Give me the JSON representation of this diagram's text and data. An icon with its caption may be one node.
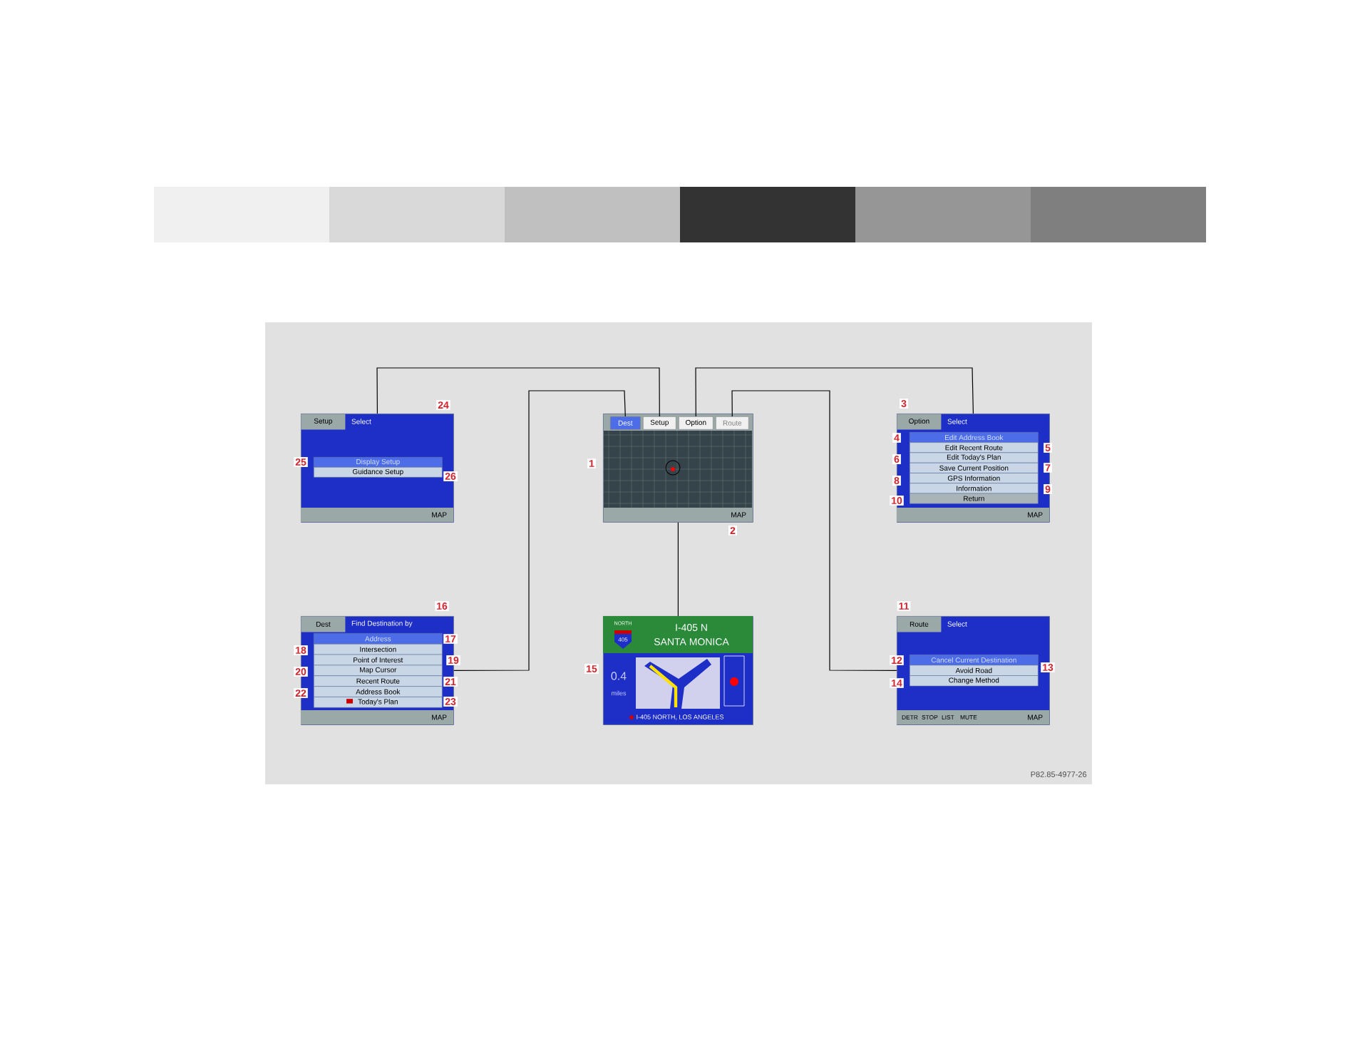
{
  "diagram": {
    "nodes": [
      {
        "text": [
          "Setup",
          "Select",
          "Display Setup",
          "Guidance Setup",
          "MAP"
        ]
      },
      {
        "text": [
          "MAP"
        ]
      },
      {
        "text": [
          "Dest"
        ],
        "in": 1
      },
      {
        "text": [
          "Setup"
        ],
        "in": 1
      },
      {
        "text": [
          "Option"
        ],
        "in": 1
      },
      {
        "text": [
          "Route"
        ],
        "in": 1
      },
      {
        "text": [
          "Option",
          "Select",
          "Edit Address Book",
          "Edit Recent Route",
          "Edit Today's Plan",
          "Save Current Position",
          "GPS Information",
          "Information",
          "Return",
          "MAP"
        ]
      },
      {
        "text": [
          "Dest",
          "Find Destination by",
          "Address",
          "Intersection",
          "Point of Interest",
          "Map Cursor",
          "Recent Route",
          "Address Book",
          "Today's Plan",
          "MAP"
        ]
      },
      {
        "text": [
          "NORTH",
          "405",
          "I-405 N",
          "SANTA MONICA",
          "0.4",
          "miles",
          "I-405 NORTH, LOS ANGELES"
        ]
      },
      {
        "text": [
          "Route",
          "Select",
          "Cancel Current Destination",
          "Avoid Road",
          "Change Method",
          "DETR",
          "STOP",
          "LIST",
          "MUTE",
          "MAP"
        ]
      }
    ],
    "edges": [
      {
        "from": 3,
        "to": 0,
        "arrow": "none"
      },
      {
        "from": 2,
        "to": 7,
        "arrow": "none"
      },
      {
        "from": 4,
        "to": 6,
        "arrow": "none"
      },
      {
        "from": 5,
        "to": 9,
        "arrow": "none"
      },
      {
        "from": 1,
        "to": 8,
        "arrow": "none"
      }
    ],
    "labels": [
      "1",
      "2",
      "3",
      "4",
      "5",
      "6",
      "7",
      "8",
      "9",
      "10",
      "11",
      "12",
      "13",
      "14",
      "15",
      "16",
      "17",
      "18",
      "19",
      "20",
      "21",
      "22",
      "23",
      "24",
      "25",
      "26",
      "P82.85-4977-26"
    ]
  }
}
